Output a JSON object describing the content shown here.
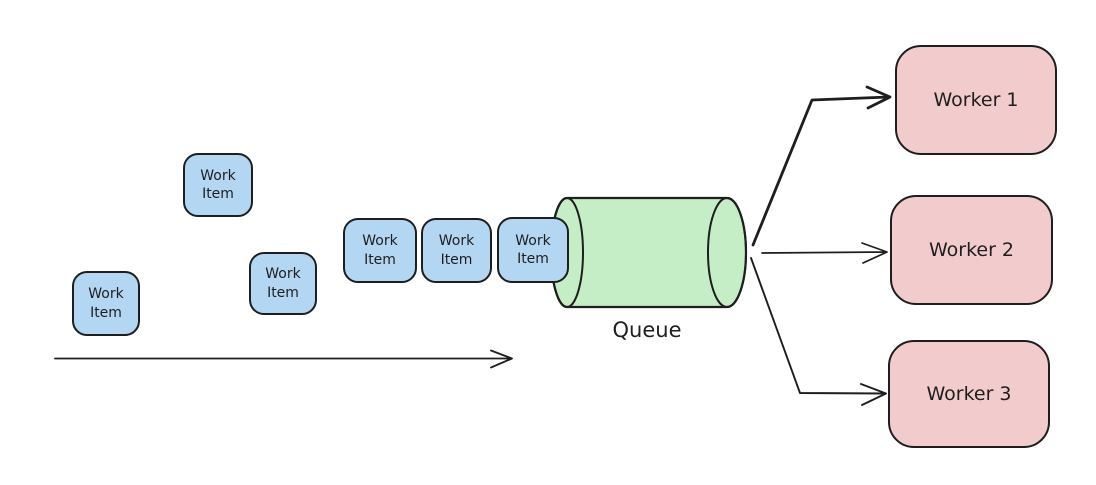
{
  "diagram": {
    "work_items": [
      {
        "label": "Work Item"
      },
      {
        "label": "Work Item"
      },
      {
        "label": "Work Item"
      },
      {
        "label": "Work Item"
      },
      {
        "label": "Work Item"
      },
      {
        "label": "Work Item"
      }
    ],
    "queue": {
      "label": "Queue"
    },
    "workers": [
      {
        "label": "Worker 1"
      },
      {
        "label": "Worker 2"
      },
      {
        "label": "Worker 3"
      }
    ],
    "colors": {
      "work_item_fill": "#b3d6f2",
      "queue_fill": "#c6eec6",
      "worker_fill": "#f2cccc",
      "stroke": "#1e1e1e",
      "background": "#ffffff"
    }
  }
}
